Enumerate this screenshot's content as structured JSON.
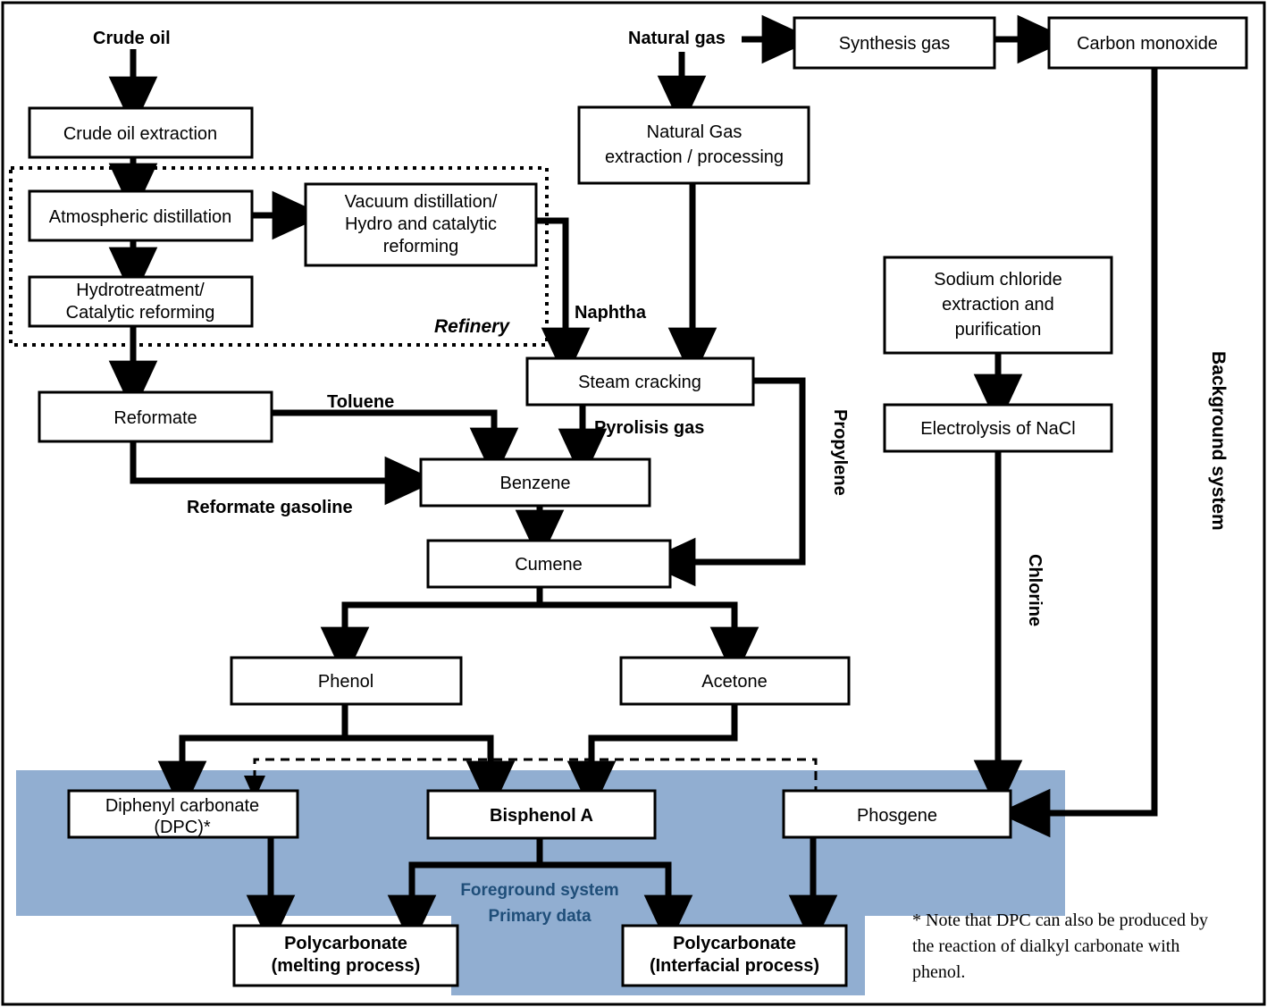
{
  "diagram": {
    "title_present": false,
    "colors": {
      "foreground_fill": "#91aed1",
      "foreground_text": "#1f4e79",
      "box_stroke": "#000000",
      "box_fill": "#ffffff",
      "arrow": "#000000",
      "frame": "#000000"
    },
    "frame": {
      "label": "diagram-frame"
    },
    "boxes": [
      {
        "id": "crude-oil-extraction",
        "label": "Crude oil extraction",
        "bold": false
      },
      {
        "id": "atmospheric-distillation",
        "label": "Atmospheric distillation",
        "bold": false
      },
      {
        "id": "vacuum-distillation",
        "label": "Vacuum distillation/\nHydro and catalytic\nreforming",
        "bold": false
      },
      {
        "id": "hydrotreatment",
        "label": "Hydrotreatment/\nCatalytic  reforming",
        "bold": false
      },
      {
        "id": "reformate",
        "label": "Reformate",
        "bold": false
      },
      {
        "id": "natural-gas-extraction",
        "label": "Natural Gas\nextraction / processing",
        "bold": false
      },
      {
        "id": "synthesis-gas",
        "label": "Synthesis gas",
        "bold": false
      },
      {
        "id": "carbon-monoxide",
        "label": "Carbon monoxide",
        "bold": false
      },
      {
        "id": "steam-cracking",
        "label": "Steam cracking",
        "bold": false
      },
      {
        "id": "benzene",
        "label": "Benzene",
        "bold": false
      },
      {
        "id": "cumene",
        "label": "Cumene",
        "bold": false
      },
      {
        "id": "phenol",
        "label": "Phenol",
        "bold": false
      },
      {
        "id": "acetone",
        "label": "Acetone",
        "bold": false
      },
      {
        "id": "sodium-chloride",
        "label": "Sodium chloride\nextraction and\npurification",
        "bold": false
      },
      {
        "id": "electrolysis-nacl",
        "label": "Electrolysis of NaCl",
        "bold": false
      },
      {
        "id": "diphenyl-carbonate",
        "label": "Diphenyl carbonate\n(DPC)*",
        "bold": false
      },
      {
        "id": "bisphenol-a",
        "label": "Bisphenol A",
        "bold": true
      },
      {
        "id": "phosgene",
        "label": "Phosgene",
        "bold": false
      },
      {
        "id": "polycarbonate-melting",
        "label": "Polycarbonate\n(melting process)",
        "bold": true
      },
      {
        "id": "polycarbonate-interfacial",
        "label": "Polycarbonate\n(Interfacial process)",
        "bold": true
      }
    ],
    "box_text": {
      "crude_oil_extraction": "Crude oil extraction",
      "atmospheric_distillation": "Atmospheric distillation",
      "vacuum_distillation_l1": "Vacuum distillation/",
      "vacuum_distillation_l2": "Hydro and catalytic",
      "vacuum_distillation_l3": "reforming",
      "hydrotreatment_l1": "Hydrotreatment/",
      "hydrotreatment_l2": "Catalytic  reforming",
      "reformate": "Reformate",
      "natural_gas_extraction_l1": "Natural Gas",
      "natural_gas_extraction_l2": "extraction / processing",
      "synthesis_gas": "Synthesis gas",
      "carbon_monoxide": "Carbon monoxide",
      "steam_cracking": "Steam cracking",
      "benzene": "Benzene",
      "cumene": "Cumene",
      "phenol": "Phenol",
      "acetone": "Acetone",
      "sodium_chloride_l1": "Sodium chloride",
      "sodium_chloride_l2": "extraction and",
      "sodium_chloride_l3": "purification",
      "electrolysis_nacl": "Electrolysis of NaCl",
      "diphenyl_carbonate_l1": "Diphenyl carbonate",
      "diphenyl_carbonate_l2": "(DPC)*",
      "bisphenol_a": "Bisphenol A",
      "phosgene": "Phosgene",
      "polycarbonate_melting_l1": "Polycarbonate",
      "polycarbonate_melting_l2": "(melting process)",
      "polycarbonate_interfacial_l1": "Polycarbonate",
      "polycarbonate_interfacial_l2": "(Interfacial process)"
    },
    "input_labels": {
      "crude_oil": "Crude oil",
      "natural_gas": "Natural gas"
    },
    "flow_labels": {
      "naphtha": "Naphtha",
      "toluene": "Toluene",
      "reformate_gasoline": "Reformate gasoline",
      "pyrolisis_gas": "Pyrolisis gas",
      "propylene": "Propylene",
      "chlorine": "Chlorine"
    },
    "region_labels": {
      "refinery": "Refinery",
      "background_system": "Background system",
      "foreground_system_l1": "Foreground system",
      "foreground_system_l2": "Primary data"
    },
    "footnote": {
      "line1": "* Note that DPC can also be  produced by",
      "line2": "the reaction of dialkyl carbonate with",
      "line3": "phenol."
    }
  }
}
